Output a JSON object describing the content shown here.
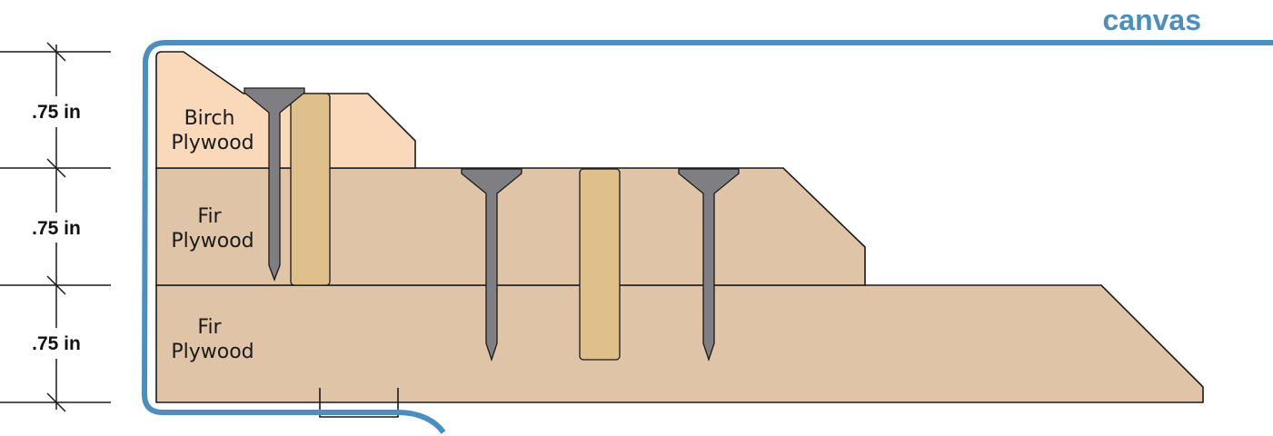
{
  "title": "canvas",
  "layers": [
    {
      "line1": "Birch",
      "line2": "Plywood"
    },
    {
      "line1": "Fir",
      "line2": "Plywood"
    },
    {
      "line1": "Fir",
      "line2": "Plywood"
    }
  ],
  "dimensions": [
    ".75 in",
    ".75 in",
    ".75 in"
  ],
  "colors": {
    "canvas": "#4a8fbf",
    "birch": "#f9d9b9",
    "fir": "#dfc4a8",
    "dowel": "#dfbf8a",
    "screw": "#7f7f83",
    "outline": "#1a1a1a"
  }
}
